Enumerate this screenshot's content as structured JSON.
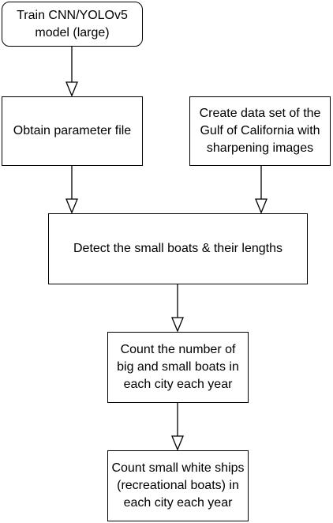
{
  "nodes": {
    "train": "Train CNN/YOLOv5 model (large)",
    "param": "Obtain parameter file",
    "data": "Create data set of the Gulf of California with sharpening images",
    "detect": "Detect the small boats & their lengths",
    "count": "Count the number of big and small boats in each city each year",
    "white": "Count small white ships (recreational boats) in each city each year"
  },
  "edges": [
    {
      "from": "train",
      "to": "param"
    },
    {
      "from": "param",
      "to": "detect"
    },
    {
      "from": "data",
      "to": "detect"
    },
    {
      "from": "detect",
      "to": "count"
    },
    {
      "from": "count",
      "to": "white"
    }
  ]
}
